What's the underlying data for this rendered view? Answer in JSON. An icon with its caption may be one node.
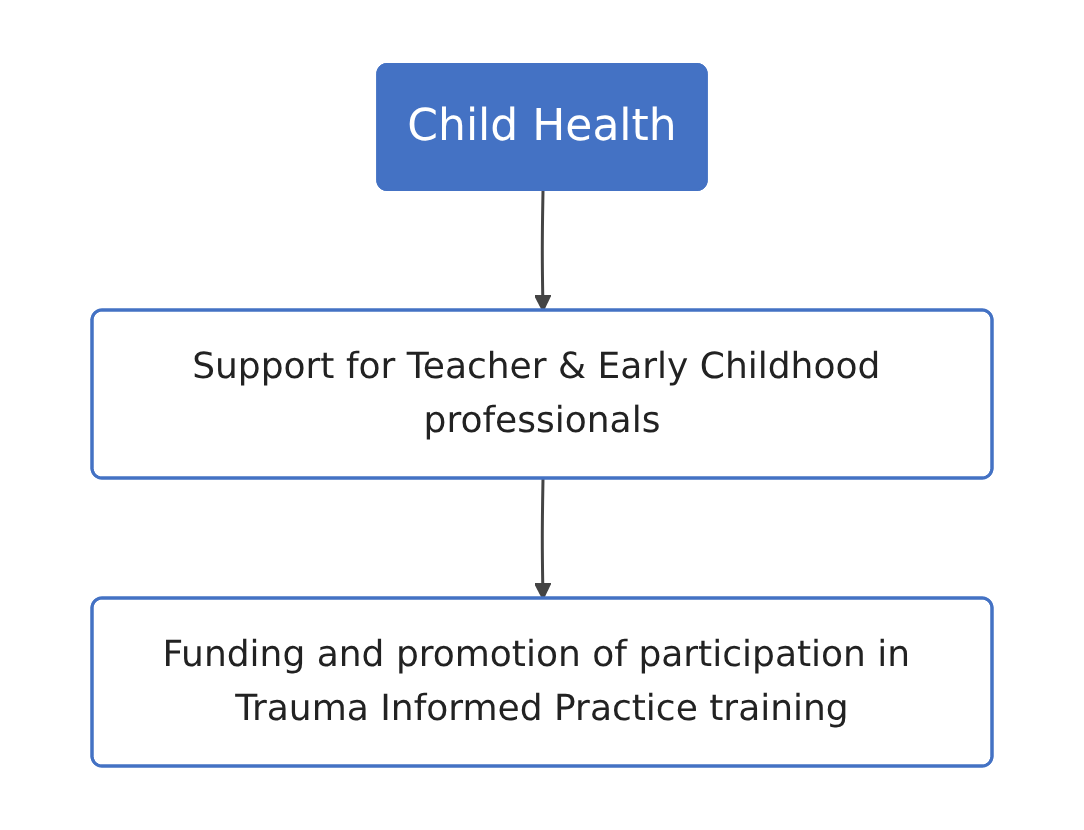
{
  "diagram": {
    "nodes": [
      {
        "text": [
          "Child Health"
        ]
      },
      {
        "text": [
          "Support for Teacher & Early Childhood professionals"
        ]
      },
      {
        "text": [
          "Funding and promotion of participation in Trauma Informed Practice training"
        ]
      }
    ],
    "edges": [
      {
        "from": 0,
        "to": 1,
        "arrow": "to"
      },
      {
        "from": 1,
        "to": 2,
        "arrow": "to"
      }
    ]
  }
}
